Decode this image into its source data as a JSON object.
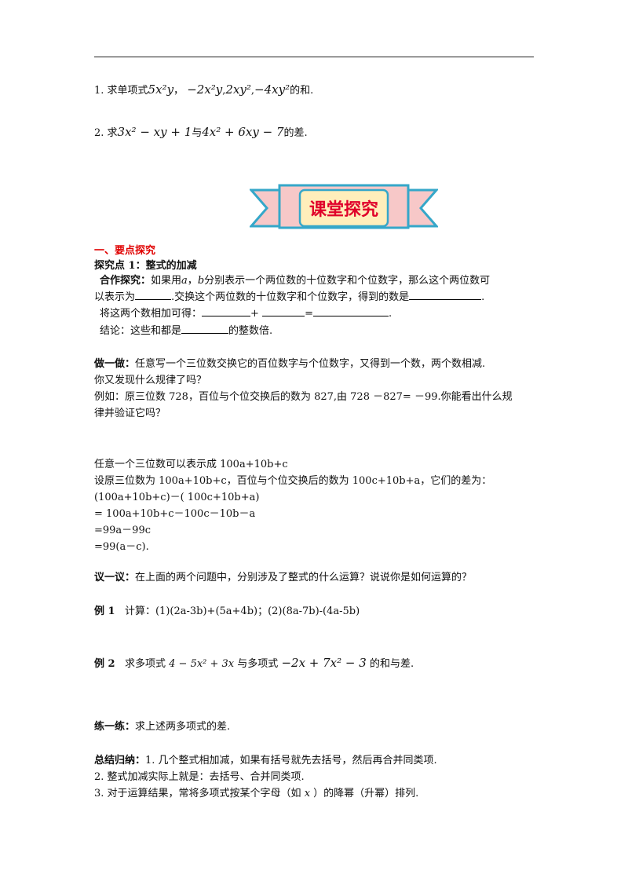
{
  "q1": {
    "prefix": "1. 求单项式",
    "t1": "5x²y",
    "sep1": "，",
    "t2": "−2x²y",
    "sep2": ",",
    "t3": "2xy²",
    "sep3": ",",
    "t4": "−4xy²",
    "suffix": "的和."
  },
  "q2": {
    "prefix": "2. 求",
    "p1": "3x² − xy + 1",
    "mid": "与",
    "p2": "4x² + 6xy − 7",
    "suffix": "的差."
  },
  "banner": {
    "text": "课堂探究",
    "colors": {
      "ribbon": "#f7c8c8",
      "ribbon_stroke": "#35a7c9",
      "center": "#ffeebb",
      "text": "#e0002a"
    }
  },
  "section1": {
    "heading": "一、要点探究"
  },
  "point1": {
    "heading": "探究点 1：整式的加减"
  },
  "coop": {
    "label": "合作探究：",
    "l1a": "如果用",
    "a": "a",
    "comma": "，",
    "b": "b",
    "l1b": "分别表示一个两位数的十位数字和个位数字，那么这个两位数可",
    "l2a": "以表示为",
    "l2b": ".交换这个两位数的十位数字和个位数字，得到的数是",
    "l2c": ".",
    "l3a": "将这两个数相加可得：",
    "plus": "+",
    "eq": "=",
    "l3b": ".",
    "l4a": "结论：这些和都是",
    "l4b": "的整数倍."
  },
  "doit": {
    "label": "做一做：",
    "l1": "任意写一个三位数交换它的百位数字与个位数字，又得到一个数，两个数相减.",
    "l2": "你又发现什么规律了吗？",
    "l3": "例如：原三位数 728，百位与个位交换后的数为 827,由 728 －827= －99.你能看出什么规",
    "l4": "律并验证它吗？"
  },
  "proof": {
    "l1": "任意一个三位数可以表示成 100a+10b+c",
    "l2": "设原三位数为 100a+10b+c，百位与个位交换后的数为 100c+10b+a，它们的差为：",
    "l3": "(100a+10b+c)－( 100c+10b+a)",
    "l4": "= 100a+10b+c－100c－10b－a",
    "l5": "=99a－99c",
    "l6": "=99(a－c)."
  },
  "discuss": {
    "label": "议一议：",
    "text": "在上面的两个问题中，分别涉及了整式的什么运算？说说你是如何运算的？"
  },
  "ex1": {
    "label": "例 1",
    "text": "计算：(1)(2a-3b)+(5a+4b)；(2)(8a-7b)-(4a-5b)"
  },
  "ex2": {
    "label": "例 2",
    "t1": "求多项式",
    "p1": "4 − 5x² + 3x",
    "t2": "与多项式",
    "p2": "−2x + 7x² − 3",
    "t3": "的和与差."
  },
  "practice": {
    "label": "练一练：",
    "text": "求上述两多项式的差."
  },
  "summary": {
    "label": "总结归纳：",
    "l1": "1. 几个整式相加减，如果有括号就先去括号，然后再合并同类项.",
    "l2": "2. 整式加减实际上就是：去括号、合并同类项.",
    "l3a": "3. 对于运算结果，常将多项式按某个字母（如",
    "var": "x",
    "l3b": "）的降幂（升幂）排列."
  }
}
